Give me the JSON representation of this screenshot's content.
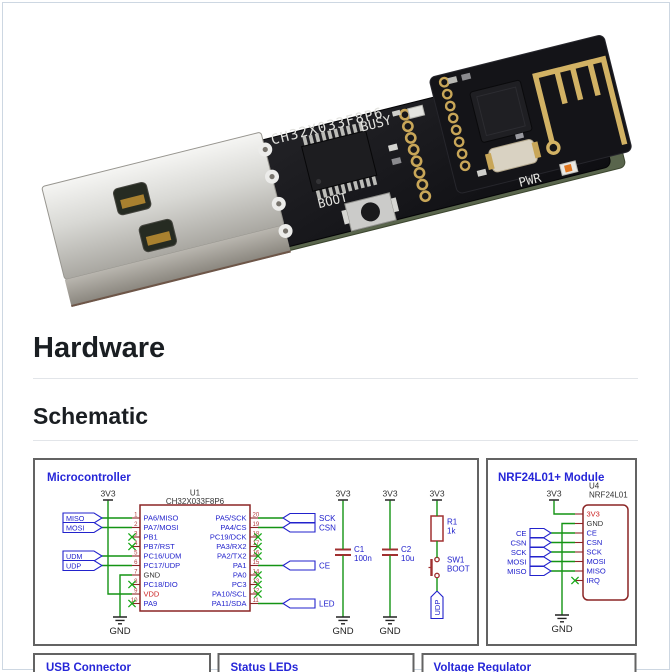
{
  "page": {
    "title_h1": "Hardware",
    "title_h2": "Schematic"
  },
  "photo": {
    "labels": {
      "chip": "CH32X033F8P6",
      "boot": "BOOT",
      "busy": "BUSY",
      "pwr": "PWR"
    }
  },
  "schematic": {
    "power": {
      "v33": "3V3",
      "gnd": "GND"
    },
    "colors": {
      "wire": "#149414",
      "label_blue": "#2222cc",
      "outline_red": "#8b2525",
      "pin_num": "#b33a3a",
      "text_dark": "#333333",
      "nc_green": "#18a818",
      "box_border": "#636363",
      "title_blue": "#2626d8"
    },
    "sheets": {
      "mcu": {
        "title": "Microcontroller",
        "ic": {
          "ref": "U1",
          "value": "CH32X033F8P6",
          "left_pins": [
            {
              "num": "1",
              "name": "PA6/MISO"
            },
            {
              "num": "2",
              "name": "PA7/MOSI"
            },
            {
              "num": "3",
              "name": "PB1",
              "nc": true
            },
            {
              "num": "4",
              "name": "PB7/RST",
              "nc": true
            },
            {
              "num": "5",
              "name": "PC16/UDM"
            },
            {
              "num": "6",
              "name": "PC17/UDP"
            },
            {
              "num": "7",
              "name": "GND",
              "color": "black"
            },
            {
              "num": "8",
              "name": "PC18/DIO",
              "nc": true
            },
            {
              "num": "9",
              "name": "VDD",
              "color": "red"
            },
            {
              "num": "10",
              "name": "PA9",
              "nc": true
            }
          ],
          "right_pins": [
            {
              "num": "20",
              "name": "PA5/SCK",
              "tag": "SCK"
            },
            {
              "num": "19",
              "name": "PA4/CS",
              "tag": "CSN"
            },
            {
              "num": "18",
              "name": "PC19/DCK",
              "nc": true
            },
            {
              "num": "17",
              "name": "PA3/RX2",
              "nc": true
            },
            {
              "num": "16",
              "name": "PA2/TX2",
              "nc": true
            },
            {
              "num": "15",
              "name": "PA1",
              "tag": "CE"
            },
            {
              "num": "14",
              "name": "PA0",
              "nc": true
            },
            {
              "num": "13",
              "name": "PC3",
              "nc": true
            },
            {
              "num": "12",
              "name": "PA10/SCL",
              "nc": true
            },
            {
              "num": "11",
              "name": "PA11/SDA",
              "tag": "LED"
            }
          ]
        },
        "left_tags": [
          {
            "label": "MISO",
            "row": 0
          },
          {
            "label": "MOSI",
            "row": 1
          },
          {
            "label": "UDM",
            "row": 4
          },
          {
            "label": "UDP",
            "row": 5
          }
        ],
        "c1": {
          "ref": "C1",
          "value": "100n"
        },
        "c2": {
          "ref": "C2",
          "value": "10u"
        },
        "r1": {
          "ref": "R1",
          "value": "1k"
        },
        "sw1": {
          "ref": "SW1",
          "value": "BOOT"
        },
        "udp_tag": "UDP"
      },
      "nrf": {
        "title": "NRF24L01+ Module",
        "ic": {
          "ref": "U4",
          "value": "NRF24L01",
          "pins": [
            {
              "name": "3V3",
              "color": "red"
            },
            {
              "name": "GND",
              "color": "black"
            },
            {
              "name": "CE"
            },
            {
              "name": "CSN"
            },
            {
              "name": "SCK"
            },
            {
              "name": "MOSI"
            },
            {
              "name": "MISO"
            },
            {
              "name": "IRQ",
              "nc": true
            }
          ]
        },
        "tags": [
          {
            "label": "CE",
            "row": 2
          },
          {
            "label": "CSN",
            "row": 3
          },
          {
            "label": "SCK",
            "row": 4
          },
          {
            "label": "MOSI",
            "row": 5
          },
          {
            "label": "MISO",
            "row": 6
          }
        ]
      },
      "bottom": [
        {
          "title": "USB Connector"
        },
        {
          "title": "Status LEDs"
        },
        {
          "title": "Voltage Regulator"
        }
      ]
    }
  }
}
